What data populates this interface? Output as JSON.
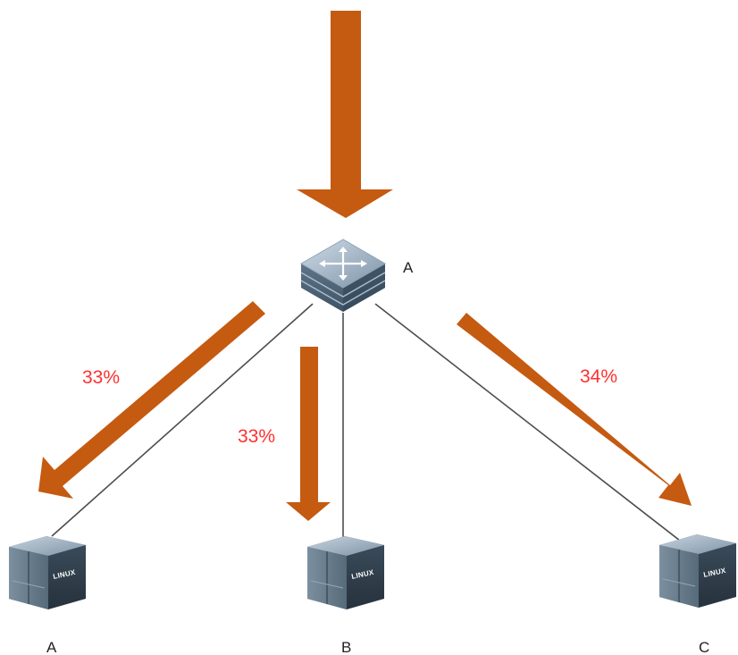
{
  "router": {
    "label": "A"
  },
  "servers": [
    {
      "label": "A",
      "badge": "LINUX"
    },
    {
      "label": "B",
      "badge": "LINUX"
    },
    {
      "label": "C",
      "badge": "LINUX"
    }
  ],
  "shares": [
    "33%",
    "33%",
    "34%"
  ],
  "colors": {
    "arrow": "#c55a11",
    "percent": "#ff3030",
    "link": "#4d4d4d"
  }
}
